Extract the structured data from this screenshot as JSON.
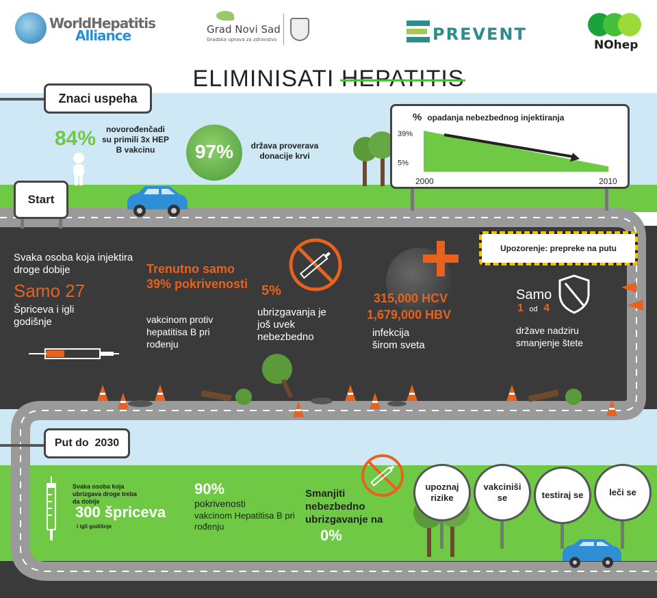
{
  "logos": {
    "world_hepatitis_line1": "WorldHepatitis",
    "world_hepatitis_line2": "Alliance",
    "novi_sad_name": "Grad Novi Sad",
    "novi_sad_sub": "Gradska uprava za zdravstvo",
    "eprevent": "PREVENT",
    "nohep": "NOhep"
  },
  "title": {
    "prefix": "ELIMINISATI ",
    "struck": "HEPATITIS"
  },
  "success": {
    "sign": "Znaci uspeha",
    "stat1_value": "84%",
    "stat1_text": "novorođenčadi su primili 3x HEP B vakcinu",
    "stat2_value": "97%",
    "stat2_text": "država proverava donacije krvi"
  },
  "chart_data": {
    "type": "area",
    "title": "opadanja nebezbednog injektiranja",
    "title_symbol": "%",
    "x": [
      2000,
      2010
    ],
    "values": [
      39,
      5
    ],
    "x_tick_labels": [
      "2000",
      "2010"
    ],
    "y_tick_labels": [
      "39%",
      "5%"
    ],
    "color": "#6fc945"
  },
  "start": {
    "sign": "Start"
  },
  "road": {
    "s1_line1": "Svaka osoba koja injektira droge  dobije",
    "s1_value": "Samo 27",
    "s1_line2": "Špriceva i igli godišnje",
    "s2_value": "Trenutno samo 39% pokrivenosti",
    "s2_text": "vakcinom protiv hepatitisa B pri rođenju",
    "s3_value": "5%",
    "s3_text": "ubrizgavanja je još uvek nebezbedno",
    "s4_value1": "315,000 HCV",
    "s4_value2": "1,679,000 HBV",
    "s4_text": "infekcija širom sveta",
    "warning_sign": "Upozorenje: prepreke na putu",
    "s5_samo": "Samo",
    "s5_1": "1",
    "s5_od": "od",
    "s5_4": "4",
    "s5_text": "države nadziru smanjenje štete"
  },
  "goal": {
    "sign": "Put do  2030",
    "g1_text": "Svaka osoba koja ubrizgava droge treba da dobije",
    "g1_value": "300 špriceva",
    "g1_sub": "i igli godišnje",
    "g2_value": "90%",
    "g2_text1": "pokrivenosti",
    "g2_text2": "vakcinom Hepatitisa B pri rođenju",
    "g3_text": "Smanjiti nebezbedno ubrizgavanje na",
    "g3_value": "0%",
    "round_signs": [
      "upoznaj rizike",
      "vakciniši se",
      "testiraj se",
      "leči se"
    ]
  },
  "colors": {
    "accent_green": "#6fc945",
    "accent_orange": "#e8611d",
    "road": "#3a3a3a",
    "sky": "#cfe8f5"
  }
}
